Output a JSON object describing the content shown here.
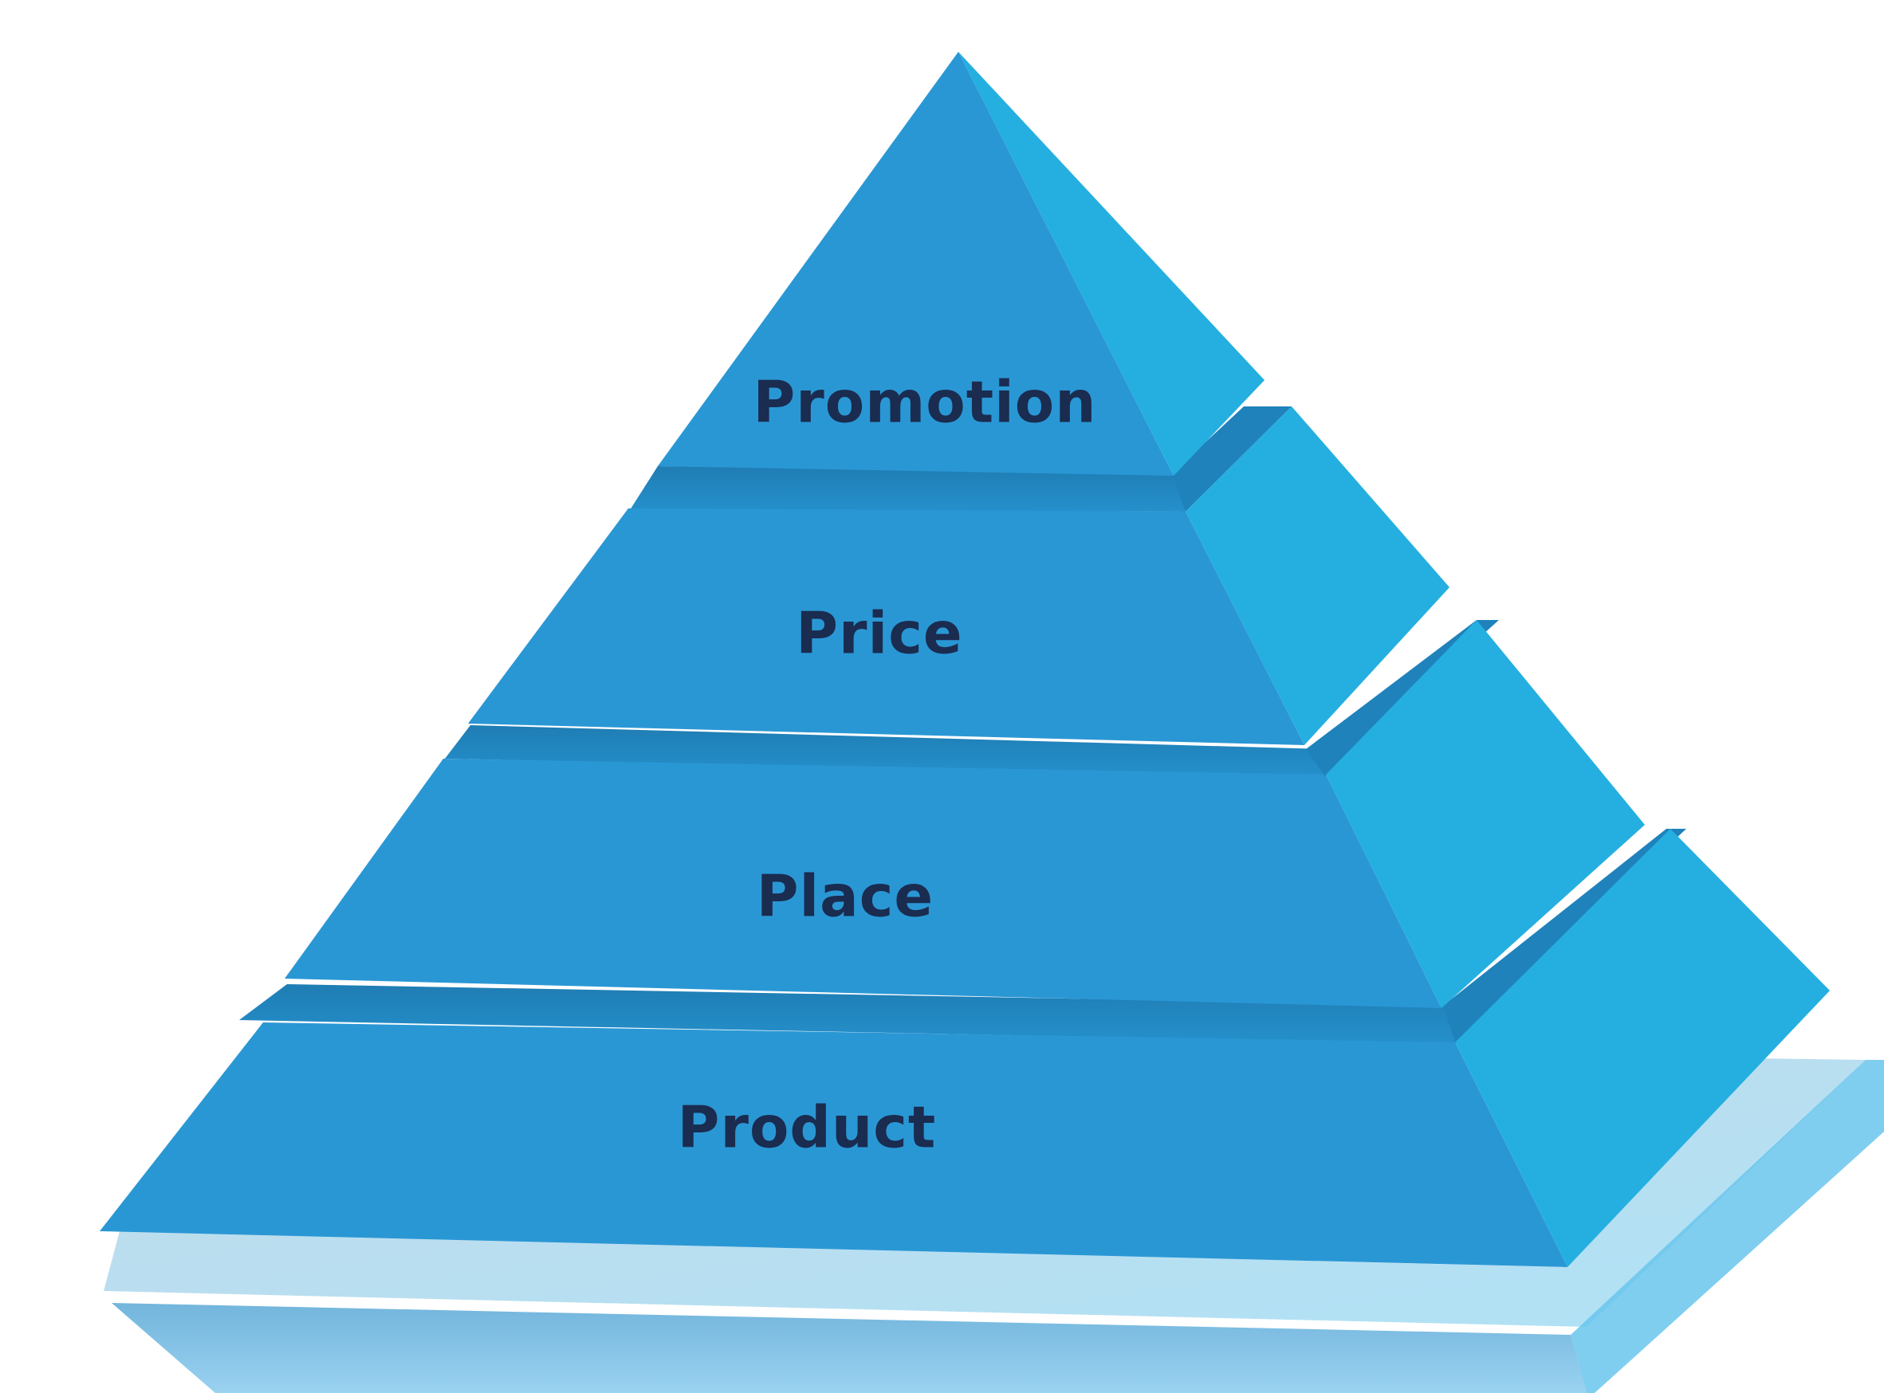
{
  "diagram": {
    "title": "",
    "tiers": [
      {
        "label": "Promotion"
      },
      {
        "label": "Price"
      },
      {
        "label": "Place"
      },
      {
        "label": "Product"
      }
    ]
  },
  "colors": {
    "front_face": "#2a97d5",
    "side_face": "#25afe0",
    "ledge": "#2283b8",
    "label_text": "#1a2c4f",
    "shadow": "#6fb6de"
  }
}
